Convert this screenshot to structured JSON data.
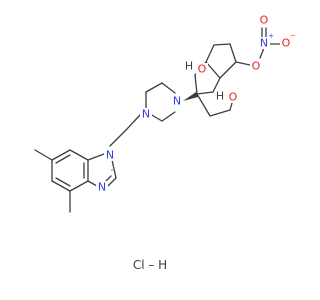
{
  "atom_labels": {
    "n_benzimidazole_1": "N",
    "n_benzimidazole_3": "N",
    "n_piperazine_1": "N",
    "n_piperazine_4": "N",
    "o_furan_a": "O",
    "o_furan_b": "O",
    "o_ester": "O",
    "n_nitro": "N",
    "nitro_plus": "+",
    "o_nitro_top": "O",
    "o_nitro_minus": "O",
    "nitro_minus": "−",
    "h_stereo_a": "H",
    "h_stereo_b": "H"
  },
  "salt": "Cl – H",
  "colors": {
    "bond": "#3d3d3d",
    "nitrogen": "#2c3ee6",
    "oxygen": "#e8241c",
    "carbon_text": "#3d3d3d"
  }
}
